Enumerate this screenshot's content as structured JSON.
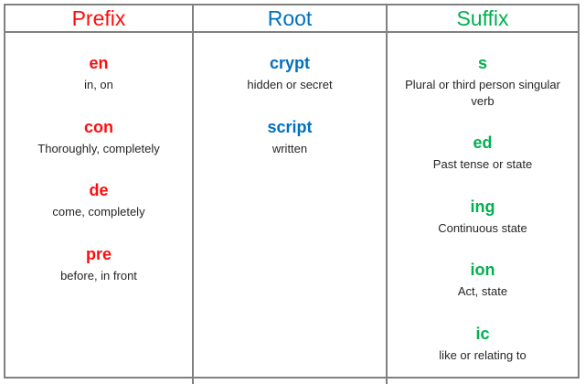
{
  "table": {
    "border_color": "#808080",
    "definition_text_color": "#262626",
    "columns": [
      {
        "header": "Prefix",
        "accent_color": "#ff0d0d",
        "entries": [
          {
            "term": "en",
            "definition": "in, on"
          },
          {
            "term": "con",
            "definition": "Thoroughly, completely"
          },
          {
            "term": "de",
            "definition": "come, completely"
          },
          {
            "term": "pre",
            "definition": "before, in front"
          }
        ]
      },
      {
        "header": "Root",
        "accent_color": "#0070c0",
        "entries": [
          {
            "term": "crypt",
            "definition": "hidden or secret"
          },
          {
            "term": "script",
            "definition": "written"
          }
        ]
      },
      {
        "header": "Suffix",
        "accent_color": "#00b050",
        "entries": [
          {
            "term": "s",
            "definition": "Plural or third person singular verb"
          },
          {
            "term": "ed",
            "definition": "Past tense or state"
          },
          {
            "term": "ing",
            "definition": "Continuous state"
          },
          {
            "term": "ion",
            "definition": "Act, state"
          },
          {
            "term": "ic",
            "definition": "like or relating to"
          }
        ]
      }
    ]
  }
}
